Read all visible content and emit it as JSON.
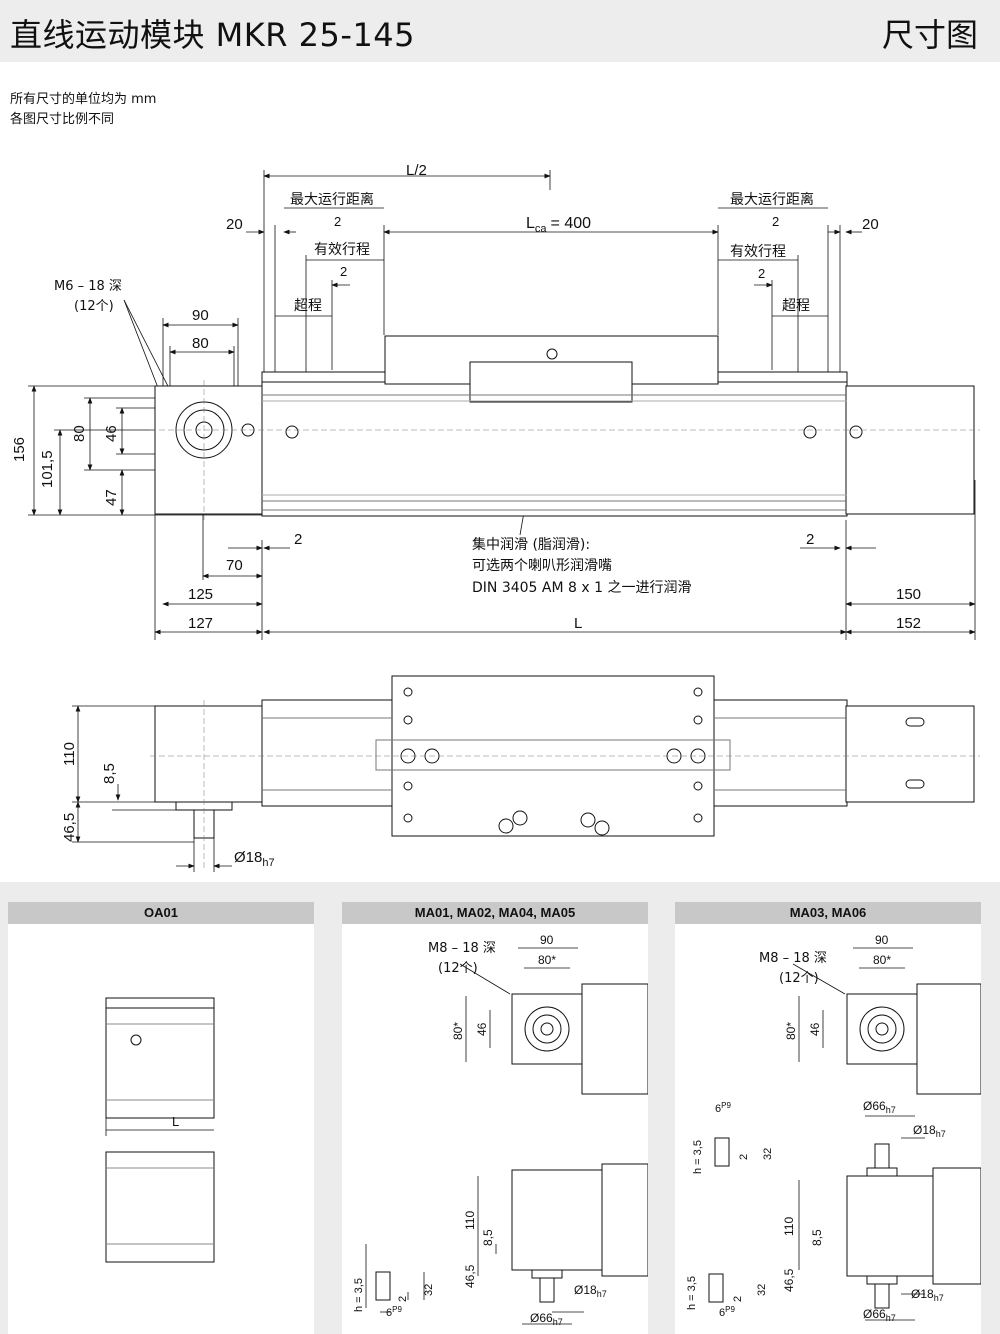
{
  "header": {
    "title": "直线运动模块   MKR 25-145",
    "tag": "尺寸图"
  },
  "notes": [
    "所有尺寸的单位均为 mm",
    "各图尺寸比例不同"
  ],
  "top_view": {
    "L_half": "L/2",
    "max_travel": "最大运行距离",
    "two": "2",
    "twenty": "20",
    "lca_L": "L",
    "lca_sub": "ca",
    "lca_value": "= 400",
    "eff_stroke": "有效行程",
    "overtravel": "超程",
    "thread": "M6 – 18 深",
    "thread_count": "(12个)",
    "d90": "90",
    "d80": "80",
    "d156": "156",
    "d101": "101,5",
    "d80v": "80",
    "d46": "46",
    "d47": "47",
    "d70": "70",
    "d125": "125",
    "d127": "127",
    "d150": "150",
    "d152": "152",
    "L": "L",
    "lube_1": "集中润滑 (脂润滑):",
    "lube_2": "可选两个喇叭形润滑嘴",
    "lube_3": "DIN 3405 AM 8 x 1 之一进行润滑"
  },
  "side_view": {
    "d110": "110",
    "d85": "8,5",
    "d465": "46,5",
    "shaft": "Ø18",
    "shaft_tol": "h7"
  },
  "panels": [
    {
      "title": "OA01",
      "L": "L"
    },
    {
      "title": "MA01, MA02, MA04, MA05",
      "thread": "M8 – 18 深",
      "count": "(12个)",
      "d90": "90",
      "d80s": "80*",
      "d80v": "80*",
      "d46": "46",
      "d110": "110",
      "d85": "8,5",
      "d465": "46,5",
      "shaft": "Ø18",
      "shaft_tol": "h7",
      "flange": "Ø66",
      "flange_tol": "h7",
      "h": "h = 3,5",
      "d2": "2",
      "d32": "32",
      "key": "6",
      "key_tol": "P9"
    },
    {
      "title": "MA03, MA06",
      "thread": "M8 – 18 深",
      "count": "(12个)",
      "d90": "90",
      "d80s": "80*",
      "d80v": "80*",
      "d46": "46",
      "d110": "110",
      "d85": "8,5",
      "d465": "46,5",
      "shaft": "Ø18",
      "shaft_tol": "h7",
      "flange": "Ø66",
      "flange_tol": "h7",
      "h": "h = 3,5",
      "d2": "2",
      "d32": "32",
      "key": "6",
      "key_tol": "P9"
    }
  ]
}
